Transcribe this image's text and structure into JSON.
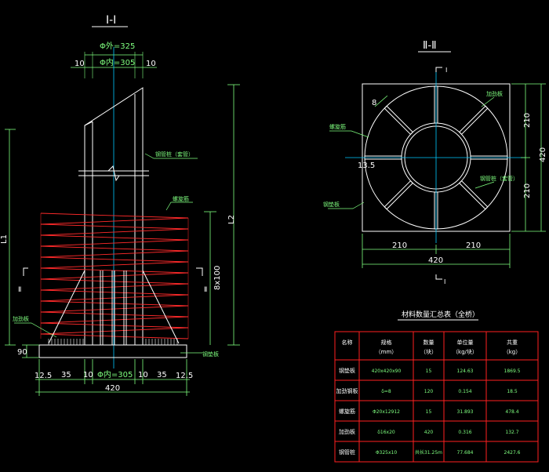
{
  "section_1": {
    "title": "Ⅰ-Ⅰ",
    "dim_top_outer": "Φ外=325",
    "dim_top_inner": "Φ内=305",
    "dim_left_10": "10",
    "dim_right_10": "10",
    "dim_bottom_inner": "Φ内=305",
    "dim_b_125_l": "12.5",
    "dim_b_35_l": "35",
    "dim_b_10_l": "10",
    "dim_b_10_r": "10",
    "dim_b_35_r": "35",
    "dim_b_125_r": "12.5",
    "dim_total": "420",
    "dim_90": "90",
    "dim_L1": "L1",
    "dim_L2": "L2",
    "dim_8x100": "8x100",
    "sec_mark_l": "Ⅱ",
    "sec_mark_r": "Ⅱ",
    "lbl_pipe": "钢管桩（套管）",
    "lbl_spiral": "螺旋筋",
    "lbl_stiff": "加劲板",
    "lbl_base": "钢垫板"
  },
  "section_2": {
    "title": "Ⅱ-Ⅱ",
    "mark_top": "Ⅰ",
    "mark_bottom": "Ⅰ",
    "dim_210_bl": "210",
    "dim_210_br": "210",
    "dim_420_b": "420",
    "dim_210_rt": "210",
    "dim_210_rb": "210",
    "dim_420_r": "420",
    "dim_8": "8",
    "dim_135": "13.5",
    "lbl_spiral": "螺旋筋",
    "lbl_stiff": "加劲板",
    "lbl_pipe": "钢管桩（套管）",
    "lbl_base": "钢垫板"
  },
  "table": {
    "title": "材料数量汇总表（全桥）",
    "headers": [
      {
        "name": "名称",
        "unit": ""
      },
      {
        "name": "规格",
        "unit": "（mm）"
      },
      {
        "name": "数量",
        "unit": "（块）"
      },
      {
        "name": "单位量",
        "unit": "（kg/块）"
      },
      {
        "name": "共重",
        "unit": "（kg）"
      }
    ],
    "rows": [
      [
        "钢垫板",
        "420x420x90",
        "15",
        "124.63",
        "1869.5"
      ],
      [
        "加劲钢板",
        "δ=8",
        "120",
        "0.154",
        "18.5"
      ],
      [
        "螺旋筋",
        "Φ20x12912",
        "15",
        "31.893",
        "478.4"
      ],
      [
        "加劲板",
        "δ16x20",
        "420",
        "0.316",
        "132.7"
      ],
      [
        "钢管桩",
        "Φ325x10",
        "共长31.25m",
        "77.684",
        "2427.6"
      ]
    ]
  },
  "colors": {
    "line": "#ffffff",
    "dimension": "#00ff00",
    "spiral": "#ff2a2a",
    "centerline": "#00c8ff",
    "table_border": "#ff2020"
  }
}
